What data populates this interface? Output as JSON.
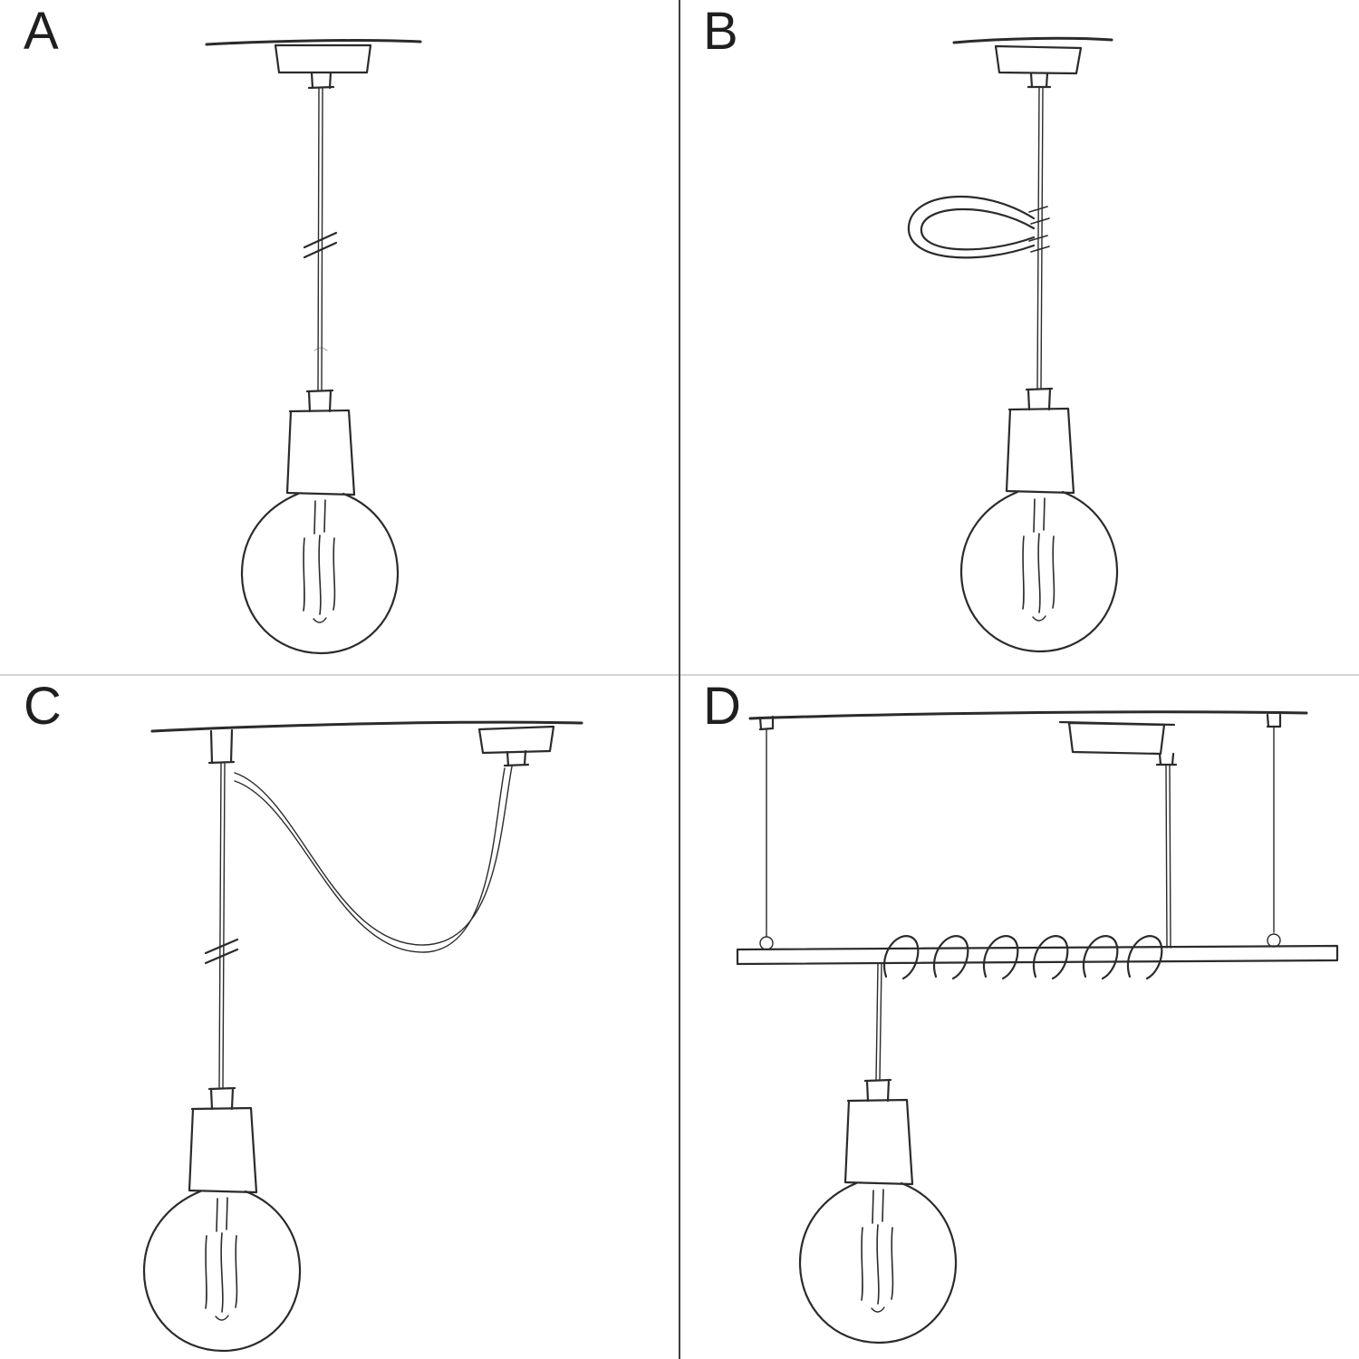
{
  "colors": {
    "ink": "#2b2b2b",
    "divider_vertical": "#3f3f3f",
    "divider_horizontal": "#d4d4d4",
    "background": "#ffffff"
  },
  "panels": [
    {
      "label": "A",
      "sketch": "pendant-straight-drop-sketch"
    },
    {
      "label": "B",
      "sketch": "pendant-with-cable-clip-sketch"
    },
    {
      "label": "C",
      "sketch": "pendant-swag-two-point-sketch"
    },
    {
      "label": "D",
      "sketch": "pendant-wrapped-on-suspended-bar-sketch"
    }
  ]
}
